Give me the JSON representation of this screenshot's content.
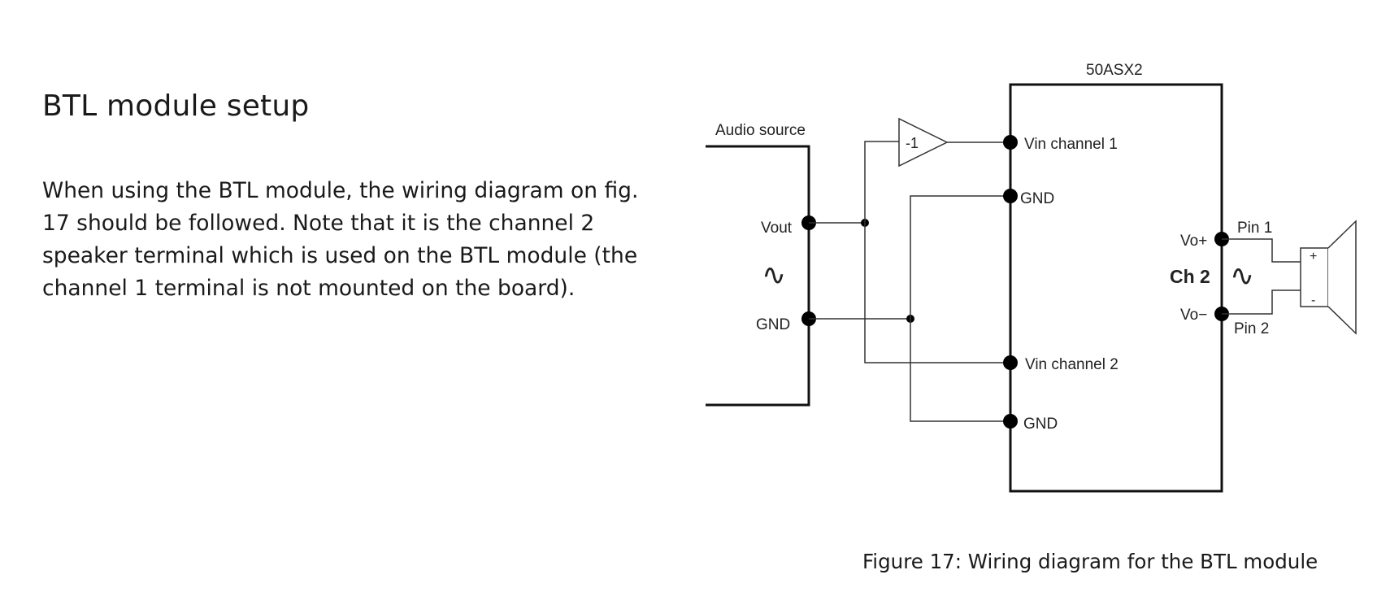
{
  "document": {
    "heading": "BTL module setup",
    "paragraph": "When using the BTL module, the wiring diagram on fig. 17 should be followed. Note that it is the channel 2 speaker terminal which is used on the BTL module (the channel 1 terminal is not mounted on the board).",
    "caption": "Figure 17: Wiring diagram for the BTL module"
  },
  "diagram": {
    "module_name": "50ASX2",
    "audio_source_label": "Audio source",
    "vout_label": "Vout",
    "source_gnd_label": "GND",
    "source_symbol": "∿",
    "inverter_label": "-1",
    "vin_ch1_label": "Vin channel 1",
    "gnd_top_label": "GND",
    "vin_ch2_label": "Vin channel 2",
    "gnd_bottom_label": "GND",
    "vo_plus_label": "Vo+",
    "vo_minus_label": "Vo−",
    "channel_label": "Ch 2",
    "output_symbol": "∿",
    "pin1_label": "Pin 1",
    "pin2_label": "Pin 2",
    "speaker_plus": "+",
    "speaker_minus": "-"
  }
}
